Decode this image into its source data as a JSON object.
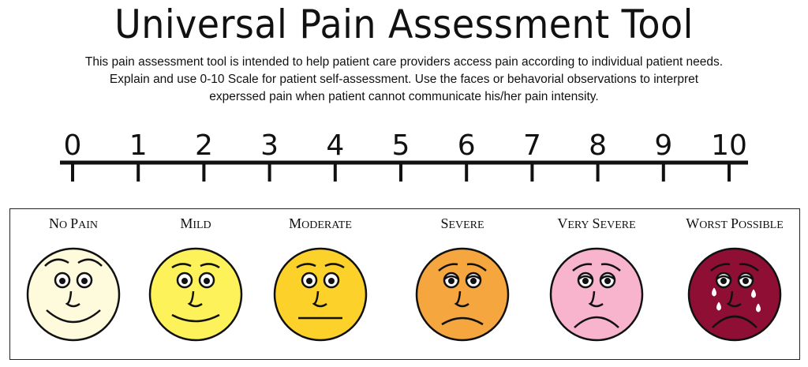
{
  "title": "Universal Pain Assessment Tool",
  "description": [
    "This pain assessment tool is intended to help patient care providers access pain according to individual patient needs.",
    "Explain and use 0-10 Scale for patient self-assessment.  Use the faces or behavorial observations to interpret",
    "experssed pain when patient cannot communicate his/her pain intensity."
  ],
  "scale": [
    "0",
    "1",
    "2",
    "3",
    "4",
    "5",
    "6",
    "7",
    "8",
    "9",
    "10"
  ],
  "faces": [
    {
      "label": "No Pain",
      "color": "#fefbdc"
    },
    {
      "label": "Mild",
      "color": "#fdf25a"
    },
    {
      "label": "Moderate",
      "color": "#fbd12a"
    },
    {
      "label": "Severe",
      "color": "#f5a63f"
    },
    {
      "label": "Very Severe",
      "color": "#f7b4cc"
    },
    {
      "label": "Worst Possible",
      "color": "#8e0e34"
    }
  ]
}
